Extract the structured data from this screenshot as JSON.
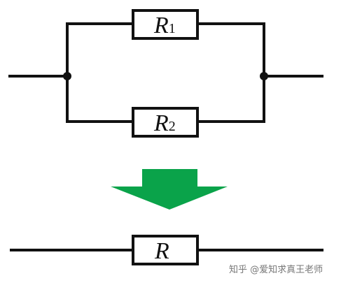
{
  "diagram": {
    "colors": {
      "wire": "#111111",
      "resistor_fill": "#ffffff",
      "arrow": "#0aa34a"
    },
    "parallel_circuit": {
      "top_resistor": {
        "symbol": "R",
        "subscript": "1"
      },
      "bottom_resistor": {
        "symbol": "R",
        "subscript": "2"
      }
    },
    "equivalent_circuit": {
      "resistor": {
        "symbol": "R"
      }
    },
    "arrow_direction": "down"
  },
  "watermark": {
    "text": "知乎 @爱知求真王老师"
  }
}
